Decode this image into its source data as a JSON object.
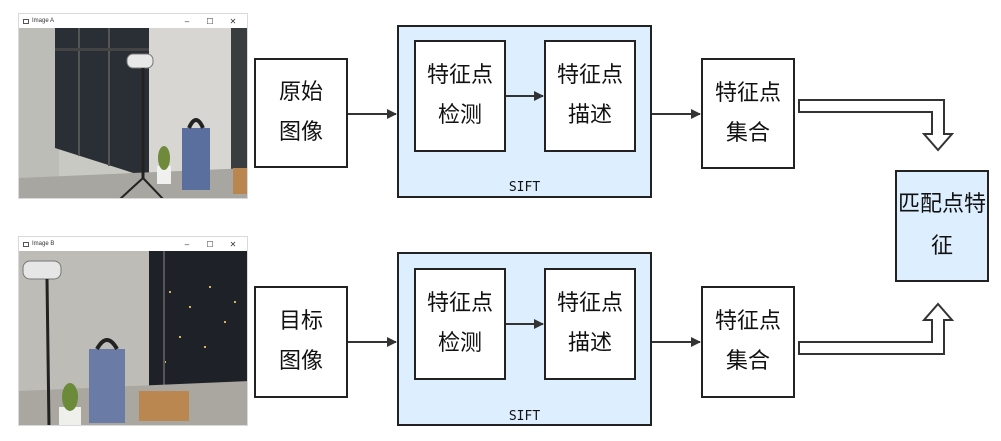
{
  "window_a": {
    "title": "Image A",
    "controls": [
      "–",
      "☐",
      "✕"
    ]
  },
  "window_b": {
    "title": "Image B",
    "controls": [
      "–",
      "☐",
      "✕"
    ]
  },
  "top_row": {
    "input_line1": "原始",
    "input_line2": "图像",
    "detect_line1": "特征点",
    "detect_line2": "检测",
    "describe_line1": "特征点",
    "describe_line2": "描述",
    "sift_label": "SIFT",
    "set_line1": "特征点",
    "set_line2": "集合"
  },
  "bottom_row": {
    "input_line1": "目标",
    "input_line2": "图像",
    "detect_line1": "特征点",
    "detect_line2": "检测",
    "describe_line1": "特征点",
    "describe_line2": "描述",
    "sift_label": "SIFT",
    "set_line1": "特征点",
    "set_line2": "集合"
  },
  "match_box": {
    "line1": "匹配点",
    "line2": "特征"
  },
  "colors": {
    "sift_fill": "#ddeeff",
    "stroke": "#222222"
  }
}
